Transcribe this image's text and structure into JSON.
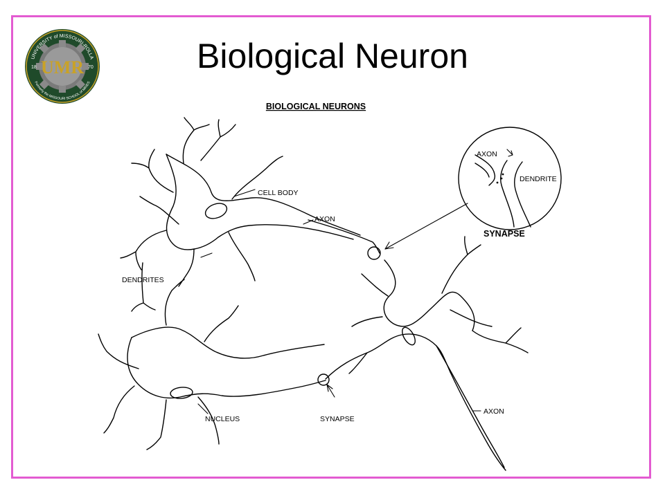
{
  "slide": {
    "title": "Biological Neuron"
  },
  "logo": {
    "text_top": "UNIVERSITY of MISSOURI-ROLLA",
    "text_bottom": "Formerly the MISSOURI SCHOOL of MINES",
    "year_left": "18",
    "year_left2": "70",
    "monogram": "UMR",
    "colors": {
      "ring": "#1f4a2a",
      "gold": "#c9a227",
      "gear": "#7a7a7a"
    }
  },
  "figure": {
    "title": "BIOLOGICAL NEURONS",
    "labels": {
      "cell_body": "CELL BODY",
      "axon_top": "AXON",
      "dendrites": "DENDRITES",
      "nucleus": "NUCLEUS",
      "synapse_bottom": "SYNAPSE",
      "axon_bottom": "AXON"
    },
    "inset": {
      "axon": "AXON",
      "dendrite": "DENDRITE",
      "synapse": "SYNAPSE"
    }
  },
  "colors": {
    "frame": "#e35bd1"
  }
}
